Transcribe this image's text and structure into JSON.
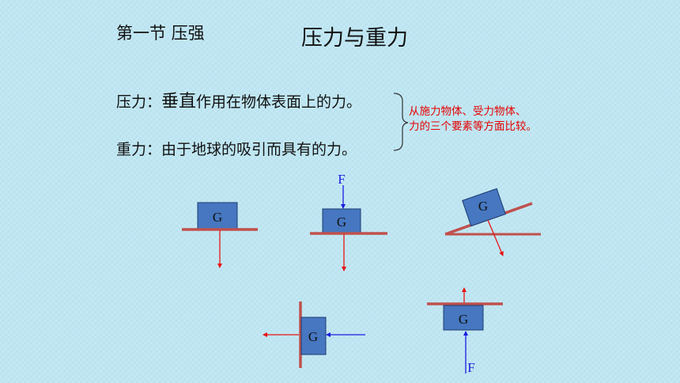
{
  "header": {
    "section_title": "第一节 压强",
    "page_title": "压力与重力"
  },
  "definitions": {
    "pressure_label": "压力：",
    "pressure_emphasis": "垂直",
    "pressure_rest": "作用在物体表面上的力。",
    "gravity_text": "重力：由于地球的吸引而具有的力。"
  },
  "comparison_note": {
    "line1": "从施力物体、受力物体、",
    "line2": "力的三个要素等方面比较。"
  },
  "diagrams": {
    "block_label": "G",
    "force_label": "F"
  },
  "colors": {
    "block_fill": "#4677c0",
    "surface": "#c0504d",
    "gravity_arrow": "#e81414",
    "applied_force_arrow": "#1c1ce0",
    "note_text": "#e60000"
  }
}
